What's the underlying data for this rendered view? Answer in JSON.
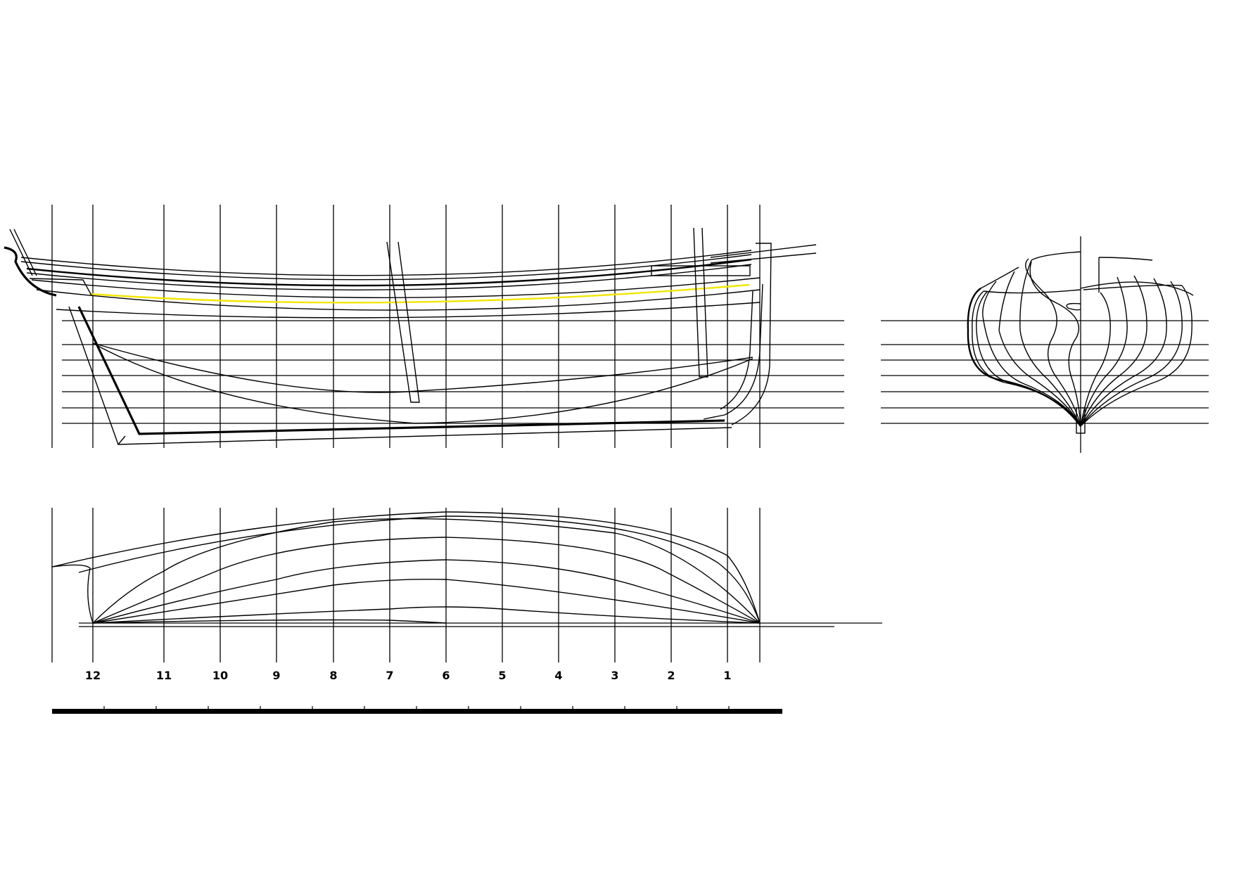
{
  "drawing": {
    "stations": [
      "12",
      "11",
      "10",
      "9",
      "8",
      "7",
      "6",
      "5",
      "4",
      "3",
      "2",
      "1"
    ],
    "colors": {
      "line": "#000000",
      "sheer_highlight": "#f2e600",
      "background": "#ffffff"
    }
  }
}
